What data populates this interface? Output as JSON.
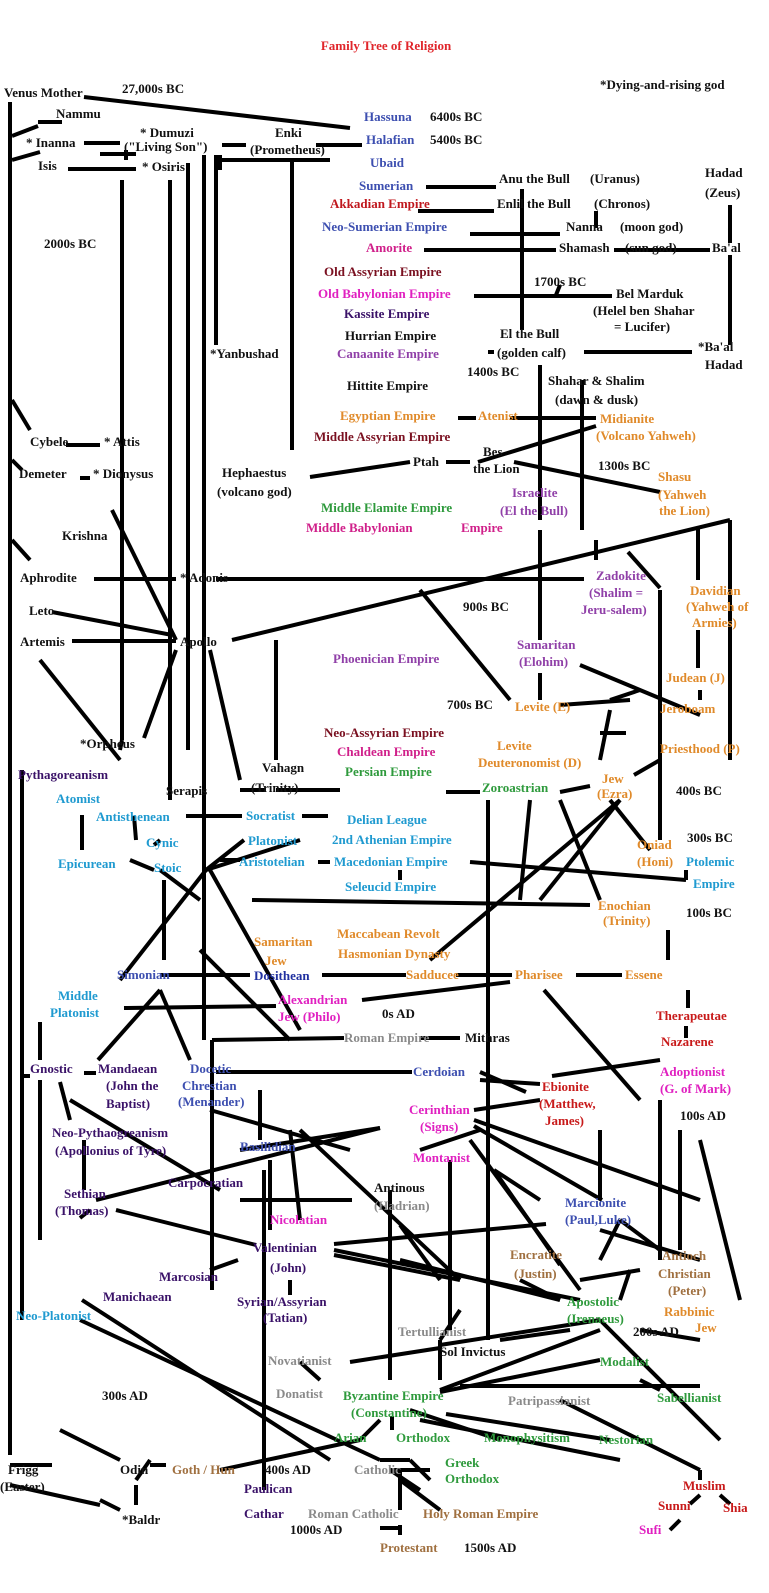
{
  "title": "Family Tree of Religion",
  "colors": {
    "black": "#111111",
    "blue": "#3d4fb0",
    "red": "#c0181e",
    "maroon": "#7a1020",
    "purple": "#3a1268",
    "magenta": "#e020c0",
    "orange": "#e08a2a",
    "green": "#2e9a3c",
    "cyan": "#1f9ad0",
    "violet": "#9040a8",
    "pink": "#d0208a",
    "gray": "#8a8a8a",
    "brown": "#a07040",
    "navy": "#2030a0",
    "crimson": "#c81a1a",
    "title": "#e0262b"
  },
  "labels": [
    {
      "text": "Venus Mother",
      "c": "black"
    },
    {
      "text": "27,000s BC",
      "c": "black"
    },
    {
      "text": "*Dying-and-rising god",
      "c": "black"
    },
    {
      "text": "Nammu",
      "c": "black"
    },
    {
      "text": "Hassuna",
      "c": "blue"
    },
    {
      "text": "6400s BC",
      "c": "black"
    },
    {
      "text": "* Inanna",
      "c": "black"
    },
    {
      "text": "* Dumuzi",
      "c": "black"
    },
    {
      "text": "(\"Living Son\")",
      "c": "black"
    },
    {
      "text": "Enki",
      "c": "black"
    },
    {
      "text": "(Prometheus)",
      "c": "black"
    },
    {
      "text": "Halafian",
      "c": "blue"
    },
    {
      "text": "5400s BC",
      "c": "black"
    },
    {
      "text": "Isis",
      "c": "black"
    },
    {
      "text": "* Osiris",
      "c": "black"
    },
    {
      "text": "Ubaid",
      "c": "blue"
    },
    {
      "text": "Hadad",
      "c": "black"
    },
    {
      "text": "(Zeus)",
      "c": "black"
    },
    {
      "text": "Sumerian",
      "c": "blue"
    },
    {
      "text": "Anu the Bull",
      "c": "black"
    },
    {
      "text": "(Uranus)",
      "c": "black"
    },
    {
      "text": "Akkadian Empire",
      "c": "red"
    },
    {
      "text": "Enlil the Bull",
      "c": "black"
    },
    {
      "text": "(Chronos)",
      "c": "black"
    },
    {
      "text": "2000s BC",
      "c": "black"
    },
    {
      "text": "Neo-Sumerian Empire",
      "c": "blue"
    },
    {
      "text": "Nanna",
      "c": "black"
    },
    {
      "text": "(moon god)",
      "c": "black"
    },
    {
      "text": "Amorite",
      "c": "pink"
    },
    {
      "text": "Shamash",
      "c": "black"
    },
    {
      "text": "(sun god)",
      "c": "black"
    },
    {
      "text": "Ba'al",
      "c": "black"
    },
    {
      "text": "Old Assyrian Empire",
      "c": "maroon"
    },
    {
      "text": "1700s BC",
      "c": "black"
    },
    {
      "text": "Old Babylonian Empire",
      "c": "magenta"
    },
    {
      "text": "Bel Marduk",
      "c": "black"
    },
    {
      "text": "(Helel ben",
      "c": "black"
    },
    {
      "text": "Shahar",
      "c": "black"
    },
    {
      "text": "= Lucifer)",
      "c": "black"
    },
    {
      "text": "Kassite Empire",
      "c": "purple"
    },
    {
      "text": "Hurrian Empire",
      "c": "black"
    },
    {
      "text": "El the Bull",
      "c": "black"
    },
    {
      "text": "*Yanbushad",
      "c": "black"
    },
    {
      "text": "Canaanite Empire",
      "c": "violet"
    },
    {
      "text": "(golden calf)",
      "c": "black"
    },
    {
      "text": "*Ba'al",
      "c": "black"
    },
    {
      "text": "Hadad",
      "c": "black"
    },
    {
      "text": "1400s BC",
      "c": "black"
    },
    {
      "text": "Shahar & Shalim",
      "c": "black"
    },
    {
      "text": "Hittite Empire",
      "c": "black"
    },
    {
      "text": "(dawn & dusk)",
      "c": "black"
    },
    {
      "text": "Egyptian Empire",
      "c": "orange"
    },
    {
      "text": "Atenist",
      "c": "orange"
    },
    {
      "text": "Midianite",
      "c": "orange"
    },
    {
      "text": "Cybele",
      "c": "black"
    },
    {
      "text": "* Attis",
      "c": "black"
    },
    {
      "text": "Middle Assyrian Empire",
      "c": "maroon"
    },
    {
      "text": "(Volcano Yahweh)",
      "c": "orange"
    },
    {
      "text": "Bes",
      "c": "black"
    },
    {
      "text": "Ptah",
      "c": "black"
    },
    {
      "text": "the Lion",
      "c": "black"
    },
    {
      "text": "1300s BC",
      "c": "black"
    },
    {
      "text": "Demeter",
      "c": "black"
    },
    {
      "text": "* Dionysus",
      "c": "black"
    },
    {
      "text": "Hephaestus",
      "c": "black"
    },
    {
      "text": "(volcano god)",
      "c": "black"
    },
    {
      "text": "Shasu",
      "c": "orange"
    },
    {
      "text": "(Yahweh",
      "c": "orange"
    },
    {
      "text": "Israelite",
      "c": "violet"
    },
    {
      "text": "Middle Elamite Empire",
      "c": "green"
    },
    {
      "text": "(El the Bull)",
      "c": "violet"
    },
    {
      "text": "the Lion)",
      "c": "orange"
    },
    {
      "text": "Middle Babylonian",
      "c": "pink"
    },
    {
      "text": "Empire",
      "c": "pink"
    },
    {
      "text": "Krishna",
      "c": "black"
    },
    {
      "text": "Zadokite",
      "c": "violet"
    },
    {
      "text": "Aphrodite",
      "c": "black"
    },
    {
      "text": "* Adonis",
      "c": "black"
    },
    {
      "text": "(Shalim =",
      "c": "violet"
    },
    {
      "text": "Davidian",
      "c": "orange"
    },
    {
      "text": "Jeru-salem)",
      "c": "violet"
    },
    {
      "text": "(Yahweh of",
      "c": "orange"
    },
    {
      "text": "Leto",
      "c": "black"
    },
    {
      "text": "900s BC",
      "c": "black"
    },
    {
      "text": "Armies)",
      "c": "orange"
    },
    {
      "text": "Artemis",
      "c": "black"
    },
    {
      "text": "Apollo",
      "c": "black"
    },
    {
      "text": "Samaritan",
      "c": "violet"
    },
    {
      "text": "Phoenician Empire",
      "c": "violet"
    },
    {
      "text": "(Elohim)",
      "c": "violet"
    },
    {
      "text": "Judean (J)",
      "c": "orange"
    },
    {
      "text": "700s BC",
      "c": "black"
    },
    {
      "text": "Levite (E)",
      "c": "orange"
    },
    {
      "text": "Jeroboam",
      "c": "orange"
    },
    {
      "text": "Neo-Assyrian Empire",
      "c": "maroon"
    },
    {
      "text": "Priesthood (P)",
      "c": "orange"
    },
    {
      "text": "*Orpheus",
      "c": "black"
    },
    {
      "text": "Levite",
      "c": "orange"
    },
    {
      "text": "Chaldean Empire",
      "c": "pink"
    },
    {
      "text": "Deuteronomist (D)",
      "c": "orange"
    },
    {
      "text": "Pythagoreanism",
      "c": "purple"
    },
    {
      "text": "Vahagn",
      "c": "black"
    },
    {
      "text": "Persian Empire",
      "c": "green"
    },
    {
      "text": "Jew",
      "c": "orange"
    },
    {
      "text": "Serapis",
      "c": "black"
    },
    {
      "text": "(Trinity)",
      "c": "black"
    },
    {
      "text": "Zoroastrian",
      "c": "green"
    },
    {
      "text": "(Ezra)",
      "c": "orange"
    },
    {
      "text": "400s BC",
      "c": "black"
    },
    {
      "text": "Atomist",
      "c": "cyan"
    },
    {
      "text": "Antisthenean",
      "c": "cyan"
    },
    {
      "text": "Socratist",
      "c": "cyan"
    },
    {
      "text": "Delian League",
      "c": "cyan"
    },
    {
      "text": "Platonist",
      "c": "cyan"
    },
    {
      "text": "2nd Athenian Empire",
      "c": "cyan"
    },
    {
      "text": "300s BC",
      "c": "black"
    },
    {
      "text": "Cynic",
      "c": "cyan"
    },
    {
      "text": "Oniad",
      "c": "orange"
    },
    {
      "text": "(Honi)",
      "c": "orange"
    },
    {
      "text": "Ptolemic",
      "c": "cyan"
    },
    {
      "text": "Epicurean",
      "c": "cyan"
    },
    {
      "text": "Stoic",
      "c": "cyan"
    },
    {
      "text": "Aristotelian",
      "c": "cyan"
    },
    {
      "text": "Macedonian Empire",
      "c": "cyan"
    },
    {
      "text": "Empire",
      "c": "cyan"
    },
    {
      "text": "Seleucid Empire",
      "c": "cyan"
    },
    {
      "text": "Enochian",
      "c": "orange"
    },
    {
      "text": "(Trinity)",
      "c": "orange"
    },
    {
      "text": "100s BC",
      "c": "black"
    },
    {
      "text": "Maccabean Revolt",
      "c": "orange"
    },
    {
      "text": "Samaritan",
      "c": "orange"
    },
    {
      "text": "Jew",
      "c": "orange"
    },
    {
      "text": "Hasmonian Dynasty",
      "c": "orange"
    },
    {
      "text": "Simonian",
      "c": "blue"
    },
    {
      "text": "Dosithean",
      "c": "navy"
    },
    {
      "text": "Sadducee",
      "c": "orange"
    },
    {
      "text": "Pharisee",
      "c": "orange"
    },
    {
      "text": "Essene",
      "c": "orange"
    },
    {
      "text": "Middle",
      "c": "cyan"
    },
    {
      "text": "Alexandrian",
      "c": "magenta"
    },
    {
      "text": "Platonist",
      "c": "cyan"
    },
    {
      "text": "Jew (Philo)",
      "c": "magenta"
    },
    {
      "text": "0s AD",
      "c": "black"
    },
    {
      "text": "Therapeutae",
      "c": "crimson"
    },
    {
      "text": "Roman Empire",
      "c": "gray"
    },
    {
      "text": "Mithras",
      "c": "black"
    },
    {
      "text": "Nazarene",
      "c": "crimson"
    },
    {
      "text": "Gnostic",
      "c": "purple"
    },
    {
      "text": "Mandaean",
      "c": "purple"
    },
    {
      "text": "Docetic",
      "c": "blue"
    },
    {
      "text": "Cerdoian",
      "c": "blue"
    },
    {
      "text": "Adoptionist",
      "c": "magenta"
    },
    {
      "text": "(John the",
      "c": "purple"
    },
    {
      "text": "Chrestian",
      "c": "blue"
    },
    {
      "text": "Ebionite",
      "c": "crimson"
    },
    {
      "text": "(G. of Mark)",
      "c": "magenta"
    },
    {
      "text": "Baptist)",
      "c": "purple"
    },
    {
      "text": "(Menander)",
      "c": "blue"
    },
    {
      "text": "(Matthew,",
      "c": "crimson"
    },
    {
      "text": "Cerinthian",
      "c": "magenta"
    },
    {
      "text": "100s AD",
      "c": "black"
    },
    {
      "text": "Neo-Pythaogreanism",
      "c": "purple"
    },
    {
      "text": "James)",
      "c": "crimson"
    },
    {
      "text": "(Signs)",
      "c": "magenta"
    },
    {
      "text": "(Apollonius of Tyre)",
      "c": "purple"
    },
    {
      "text": "Basilidian",
      "c": "blue"
    },
    {
      "text": "Montanist",
      "c": "magenta"
    },
    {
      "text": "Carpocratian",
      "c": "purple"
    },
    {
      "text": "Sethian",
      "c": "purple"
    },
    {
      "text": "Antinous",
      "c": "black"
    },
    {
      "text": "Marcionite",
      "c": "blue"
    },
    {
      "text": "(Thomas)",
      "c": "purple"
    },
    {
      "text": "(Hadrian)",
      "c": "gray"
    },
    {
      "text": "(Paul,Luke)",
      "c": "blue"
    },
    {
      "text": "Nicolatian",
      "c": "magenta"
    },
    {
      "text": "Encratite",
      "c": "brown"
    },
    {
      "text": "Antioch",
      "c": "brown"
    },
    {
      "text": "Valentinian",
      "c": "purple"
    },
    {
      "text": "(Justin)",
      "c": "brown"
    },
    {
      "text": "Christian",
      "c": "brown"
    },
    {
      "text": "Marcosian",
      "c": "purple"
    },
    {
      "text": "(John)",
      "c": "purple"
    },
    {
      "text": "(Peter)",
      "c": "brown"
    },
    {
      "text": "Manichaean",
      "c": "purple"
    },
    {
      "text": "Syrian/Assyrian",
      "c": "purple"
    },
    {
      "text": "Apostolic",
      "c": "green"
    },
    {
      "text": "Rabbinic",
      "c": "orange"
    },
    {
      "text": "Neo-Platonist",
      "c": "cyan"
    },
    {
      "text": "(Tatian)",
      "c": "purple"
    },
    {
      "text": "(Irenaeus)",
      "c": "green"
    },
    {
      "text": "Jew",
      "c": "orange"
    },
    {
      "text": "Tertullianist",
      "c": "gray"
    },
    {
      "text": "200s AD",
      "c": "black"
    },
    {
      "text": "Sol Invictus",
      "c": "black"
    },
    {
      "text": "Novatianist",
      "c": "gray"
    },
    {
      "text": "Modalist",
      "c": "green"
    },
    {
      "text": "300s AD",
      "c": "black"
    },
    {
      "text": "Donatist",
      "c": "gray"
    },
    {
      "text": "Byzantine Empire",
      "c": "green"
    },
    {
      "text": "Patripassianist",
      "c": "gray"
    },
    {
      "text": "Sabellianist",
      "c": "green"
    },
    {
      "text": "(Constantine)",
      "c": "green"
    },
    {
      "text": "Arian",
      "c": "green"
    },
    {
      "text": "Orthodox",
      "c": "green"
    },
    {
      "text": "Monophysitism",
      "c": "green"
    },
    {
      "text": "Nestorian",
      "c": "green"
    },
    {
      "text": "Frigg",
      "c": "black"
    },
    {
      "text": "Odin",
      "c": "black"
    },
    {
      "text": "Goth / Hun",
      "c": "brown"
    },
    {
      "text": "400s AD",
      "c": "black"
    },
    {
      "text": "Catholic",
      "c": "gray"
    },
    {
      "text": "Greek",
      "c": "green"
    },
    {
      "text": "(Easter)",
      "c": "black"
    },
    {
      "text": "Orthodox",
      "c": "green"
    },
    {
      "text": "Muslim",
      "c": "crimson"
    },
    {
      "text": "Paulican",
      "c": "purple"
    },
    {
      "text": "Shia",
      "c": "crimson"
    },
    {
      "text": "Sunni",
      "c": "crimson"
    },
    {
      "text": "*Baldr",
      "c": "black"
    },
    {
      "text": "Cathar",
      "c": "purple"
    },
    {
      "text": "Roman Catholic",
      "c": "gray"
    },
    {
      "text": "Holy Roman Empire",
      "c": "brown"
    },
    {
      "text": "1000s AD",
      "c": "black"
    },
    {
      "text": "Sufi",
      "c": "magenta"
    },
    {
      "text": "Protestant",
      "c": "brown"
    },
    {
      "text": "1500s AD",
      "c": "black"
    }
  ]
}
